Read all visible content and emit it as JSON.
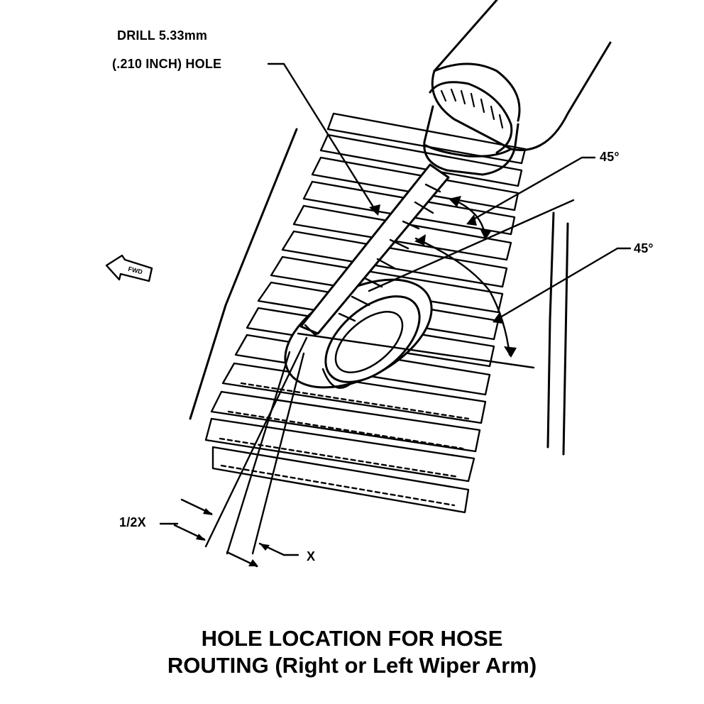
{
  "labels": {
    "drill_line1": "DRILL 5.33mm",
    "drill_line2": "(.210 INCH) HOLE",
    "angle_upper": "45°",
    "angle_lower": "45°",
    "fwd": "FWD",
    "half_x": "1/2X",
    "x": "X"
  },
  "caption": {
    "line1": "HOLE LOCATION FOR HOSE",
    "line2": "ROUTING (Right or Left Wiper Arm)"
  }
}
